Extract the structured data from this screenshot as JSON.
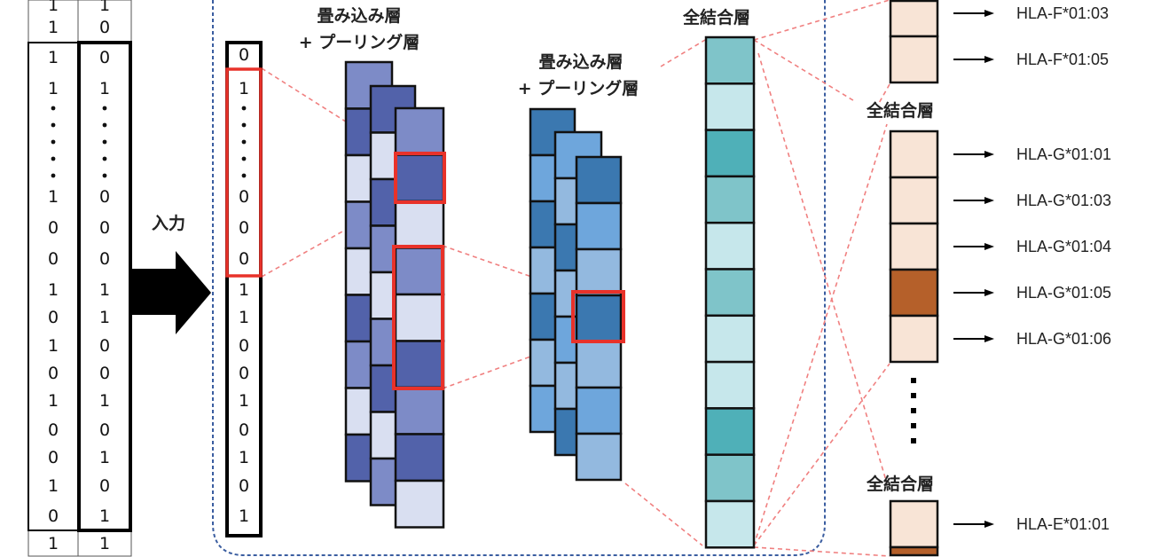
{
  "colors": {
    "red": "#e8322a",
    "dashed_red": "#f08080",
    "dashed_blue": "#3a5da0",
    "c1_dark": "#5262aa",
    "c1_mid": "#7d8bc7",
    "c1_light": "#d9dff1",
    "c2_dark": "#3b78b0",
    "c2_mid": "#6ea6dc",
    "c2_pale": "#93b9df",
    "fc_teal": "#4fb0b8",
    "fc_mid": "#7fc4c9",
    "fc_light": "#c6e7eb",
    "out_light": "#f8e4d6",
    "out_dark": "#b5602a"
  },
  "dataset": {
    "col1": {
      "above": [
        "1",
        "1"
      ],
      "values": [
        "1",
        "1",
        ":",
        "1",
        "0",
        "0",
        "1",
        "0",
        "1",
        "0",
        "1",
        "0",
        "0",
        "1",
        "0"
      ],
      "below": [
        "1"
      ]
    },
    "col2": {
      "above": [
        "1",
        "0"
      ],
      "values": [
        "0",
        "1",
        ":",
        "0",
        "0",
        "0",
        "1",
        "1",
        "0",
        "0",
        "1",
        "0",
        "1",
        "0",
        "1"
      ],
      "below": [
        "1"
      ]
    }
  },
  "input_label": "入力",
  "input_vector": [
    "0",
    "1",
    ":",
    "0",
    "0",
    "0",
    "1",
    "1",
    "0",
    "0",
    "1",
    "0",
    "1",
    "0",
    "1"
  ],
  "conv1": {
    "title_line1": "畳み込み層",
    "title_line2": "+ プーリング層",
    "maps": [
      [
        "c1_mid",
        "c1_dark",
        "c1_light",
        "c1_mid",
        "c1_light",
        "c1_dark",
        "c1_mid",
        "c1_light",
        "c1_dark"
      ],
      [
        "c1_dark",
        "c1_light",
        "c1_dark",
        "c1_mid",
        "c1_light",
        "c1_mid",
        "c1_dark",
        "c1_light",
        "c1_mid"
      ],
      [
        "c1_mid",
        "c1_dark",
        "c1_light",
        "c1_mid",
        "c1_light",
        "c1_dark",
        "c1_mid",
        "c1_dark",
        "c1_light"
      ]
    ]
  },
  "conv2": {
    "title_line1": "畳み込み層",
    "title_line2": "+ プーリング層",
    "maps": [
      [
        "c2_dark",
        "c2_mid",
        "c2_dark",
        "c2_pale",
        "c2_dark",
        "c2_pale",
        "c2_mid"
      ],
      [
        "c2_mid",
        "c2_pale",
        "c2_dark",
        "c2_pale",
        "c2_mid",
        "c2_pale",
        "c2_dark"
      ],
      [
        "c2_dark",
        "c2_mid",
        "c2_pale",
        "c2_dark",
        "c2_pale",
        "c2_mid",
        "c2_pale"
      ]
    ]
  },
  "fc": {
    "title": "全結合層",
    "cells": [
      "fc_mid",
      "fc_light",
      "fc_teal",
      "fc_mid",
      "fc_light",
      "fc_mid",
      "fc_light",
      "fc_light",
      "fc_teal",
      "fc_mid",
      "fc_light"
    ]
  },
  "outputs": {
    "groups": [
      {
        "title": null,
        "items": [
          {
            "label": "HLA-F*01:03",
            "shade": "out_light"
          },
          {
            "label": "HLA-F*01:05",
            "shade": "out_light"
          }
        ]
      },
      {
        "title": "全結合層",
        "items": [
          {
            "label": "HLA-G*01:01",
            "shade": "out_light"
          },
          {
            "label": "HLA-G*01:03",
            "shade": "out_light"
          },
          {
            "label": "HLA-G*01:04",
            "shade": "out_light"
          },
          {
            "label": "HLA-G*01:05",
            "shade": "out_dark"
          },
          {
            "label": "HLA-G*01:06",
            "shade": "out_light"
          }
        ]
      },
      {
        "title": "全結合層",
        "items": [
          {
            "label": "HLA-E*01:01",
            "shade": "out_light"
          },
          {
            "label": "",
            "shade": "out_dark"
          }
        ]
      }
    ]
  }
}
